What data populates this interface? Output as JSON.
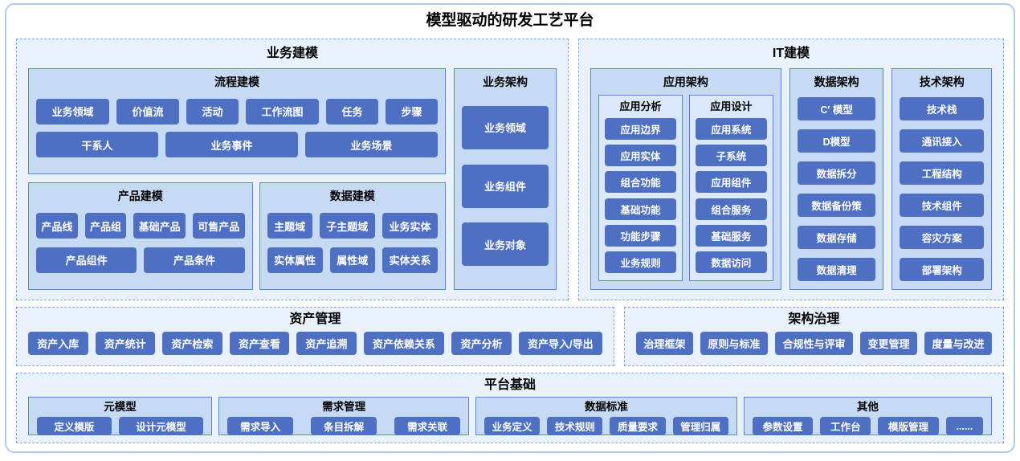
{
  "title": "模型驱动的研发工艺平台",
  "colors": {
    "node": "#4e70c2",
    "panel": "#c6daf4",
    "sub_panel": "#dbe8fa",
    "container": "#e8f1fc",
    "panel_border": "#5d87c8",
    "dashed_border": "#7fa6da",
    "outer_border": "#aecbee"
  },
  "business_modeling": {
    "title": "业务建模",
    "process": {
      "title": "流程建模",
      "row1": [
        "业务领域",
        "价值流",
        "活动",
        "工作流图",
        "任务",
        "步骤"
      ],
      "row2": [
        "干系人",
        "业务事件",
        "业务场景"
      ]
    },
    "product": {
      "title": "产品建模",
      "row1": [
        "产品线",
        "产品组",
        "基础产品",
        "可售产品"
      ],
      "row2": [
        "产品组件",
        "产品条件"
      ]
    },
    "data": {
      "title": "数据建模",
      "row1": [
        "主题域",
        "子主题域",
        "业务实体"
      ],
      "row2": [
        "实体属性",
        "属性域",
        "实体关系"
      ]
    },
    "biz_arch": {
      "title": "业务架构",
      "items": [
        "业务领域",
        "业务组件",
        "业务对象"
      ]
    }
  },
  "it_modeling": {
    "title": "IT建模",
    "app_arch": {
      "title": "应用架构",
      "analysis": {
        "title": "应用分析",
        "items": [
          "应用边界",
          "应用实体",
          "组合功能",
          "基础功能",
          "功能步骤",
          "业务规则"
        ]
      },
      "design": {
        "title": "应用设计",
        "items": [
          "应用系统",
          "子系统",
          "应用组件",
          "组合服务",
          "基础服务",
          "数据访问"
        ]
      }
    },
    "data_arch": {
      "title": "数据架构",
      "items": [
        "C′ 模型",
        "D模型",
        "数据拆分",
        "数据备份策",
        "数据存储",
        "数据清理"
      ]
    },
    "tech_arch": {
      "title": "技术架构",
      "items": [
        "技术栈",
        "通讯接入",
        "工程结构",
        "技术组件",
        "容灾方案",
        "部署架构"
      ]
    }
  },
  "asset_mgmt": {
    "title": "资产管理",
    "items": [
      "资产入库",
      "资产统计",
      "资产检索",
      "资产查看",
      "资产追溯",
      "资产依赖关系",
      "资产分析",
      "资产导入/导出"
    ]
  },
  "governance": {
    "title": "架构治理",
    "items": [
      "治理框架",
      "原则与标准",
      "合规性与评审",
      "变更管理",
      "度量与改进"
    ]
  },
  "platform": {
    "title": "平台基础",
    "meta": {
      "title": "元模型",
      "items": [
        "定义模版",
        "设计元模型"
      ]
    },
    "req": {
      "title": "需求管理",
      "items": [
        "需求导入",
        "条目拆解",
        "需求关联"
      ]
    },
    "std": {
      "title": "数据标准",
      "items": [
        "业务定义",
        "技术规则",
        "质量要求",
        "管理归属"
      ]
    },
    "other": {
      "title": "其他",
      "items": [
        "参数设置",
        "工作台",
        "模版管理",
        "......"
      ]
    }
  }
}
